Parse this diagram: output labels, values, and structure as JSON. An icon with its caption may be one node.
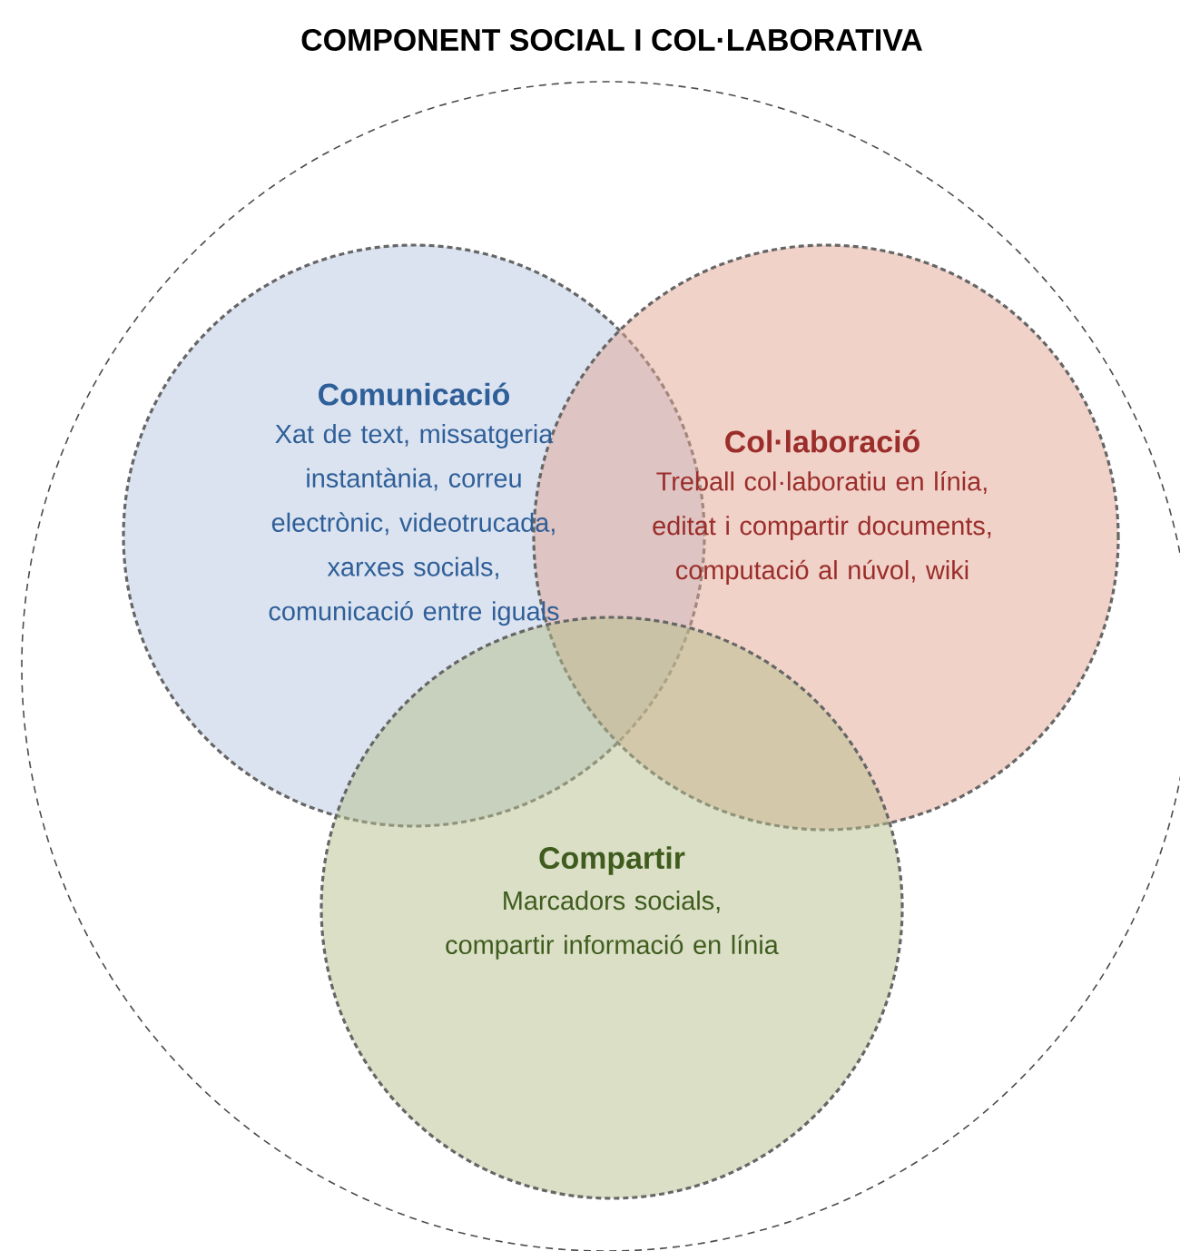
{
  "diagram": {
    "nodes": [
      {
        "text": [
          "COMPONENT SOCIAL I COL·LABORATIVA"
        ]
      },
      {
        "text": [
          "Comunicació",
          "Xat de text, missatgeria instantània, correu electrònic, videotrucada, xarxes socials, comunicació entre iguals"
        ],
        "in": 0
      },
      {
        "text": [
          "Col·laboració",
          "Treball col·laboratiu en línia, editat i compartir documents, computació al núvol, wiki"
        ],
        "in": 0
      },
      {
        "text": [
          "Compartir",
          "Marcadors socials, compartir informació en línia"
        ],
        "in": 0
      }
    ]
  }
}
